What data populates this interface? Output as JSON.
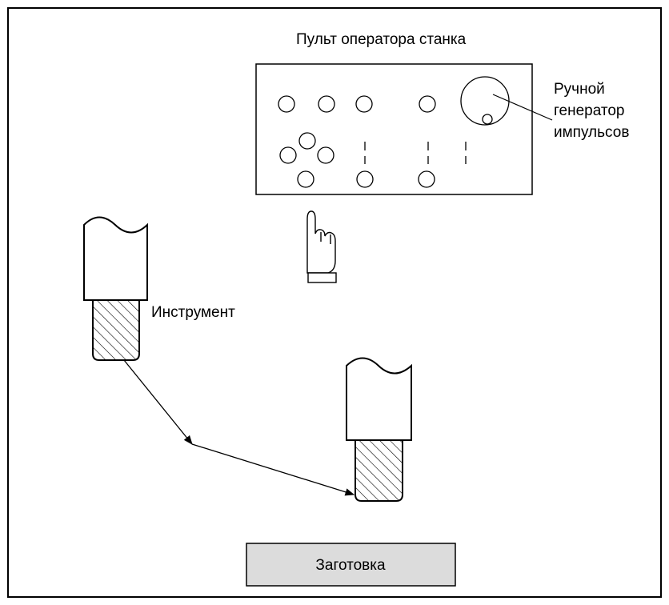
{
  "labels": {
    "panel_title": "Пульт оператора станка",
    "handwheel_line1": "Ручной",
    "handwheel_line2": "генератор",
    "handwheel_line3": "импульсов",
    "tool": "Инструмент",
    "workpiece": "Заготовка"
  },
  "colors": {
    "line": "#000000",
    "workpiece_fill": "#dcdcdc",
    "background": "#ffffff"
  },
  "icons": {
    "hand": "pointing-hand-icon",
    "handwheel": "handwheel-icon"
  }
}
